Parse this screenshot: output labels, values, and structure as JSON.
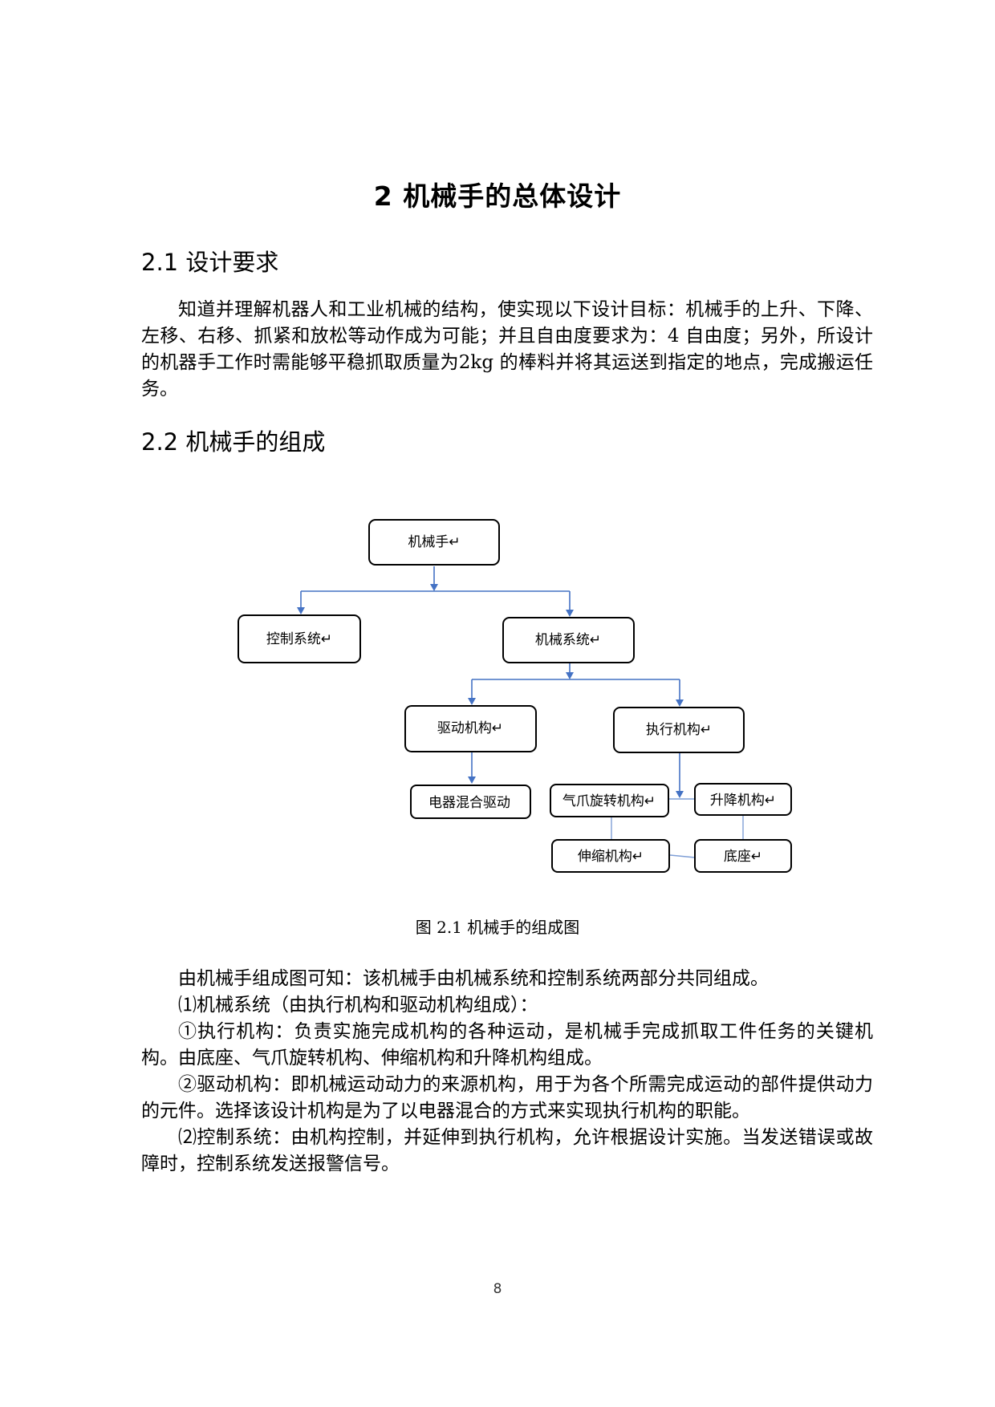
{
  "chapter_title": "2 机械手的总体设计",
  "section_2_1": {
    "heading": "2.1 设计要求",
    "paragraph": "知道并理解机器人和工业机械的结构，使实现以下设计目标：机械手的上升、下降、左移、右移、抓紧和放松等动作成为可能；并且自由度要求为：4 自由度；另外，所设计的机器手工作时需能够平稳抓取质量为2kg 的棒料并将其运送到指定的地点，完成搬运任务。"
  },
  "section_2_2": {
    "heading": "2.2 机械手的组成"
  },
  "diagram": {
    "nodes": {
      "root": "机械手↵",
      "control": "控制系统↵",
      "mechanical": "机械系统↵",
      "drive": "驱动机构↵",
      "actuator": "执行机构↵",
      "hybrid_drive": "电器混合驱动",
      "gripper_rotation": "气爪旋转机构↵",
      "lift": "升降机构↵",
      "telescopic": "伸缩机构↵",
      "base": "底座↵"
    }
  },
  "caption": "图 2.1 机械手的组成图",
  "analysis": {
    "p1": "由机械手组成图可知：该机械手由机械系统和控制系统两部分共同组成。",
    "p2": "⑴机械系统（由执行机构和驱动机构组成）：",
    "p3": "①执行机构：负责实施完成机构的各种运动，是机械手完成抓取工件任务的关键机构。由底座、气爪旋转机构、伸缩机构和升降机构组成。",
    "p4": "②驱动机构：即机械运动动力的来源机构，用于为各个所需完成运动的部件提供动力的元件。选择该设计机构是为了以电器混合的方式来实现执行机构的职能。",
    "p5": "⑵控制系统：由机构控制，并延伸到执行机构，允许根据设计实施。当发送错误或故障时，控制系统发送报警信号。"
  },
  "page_number": "8"
}
